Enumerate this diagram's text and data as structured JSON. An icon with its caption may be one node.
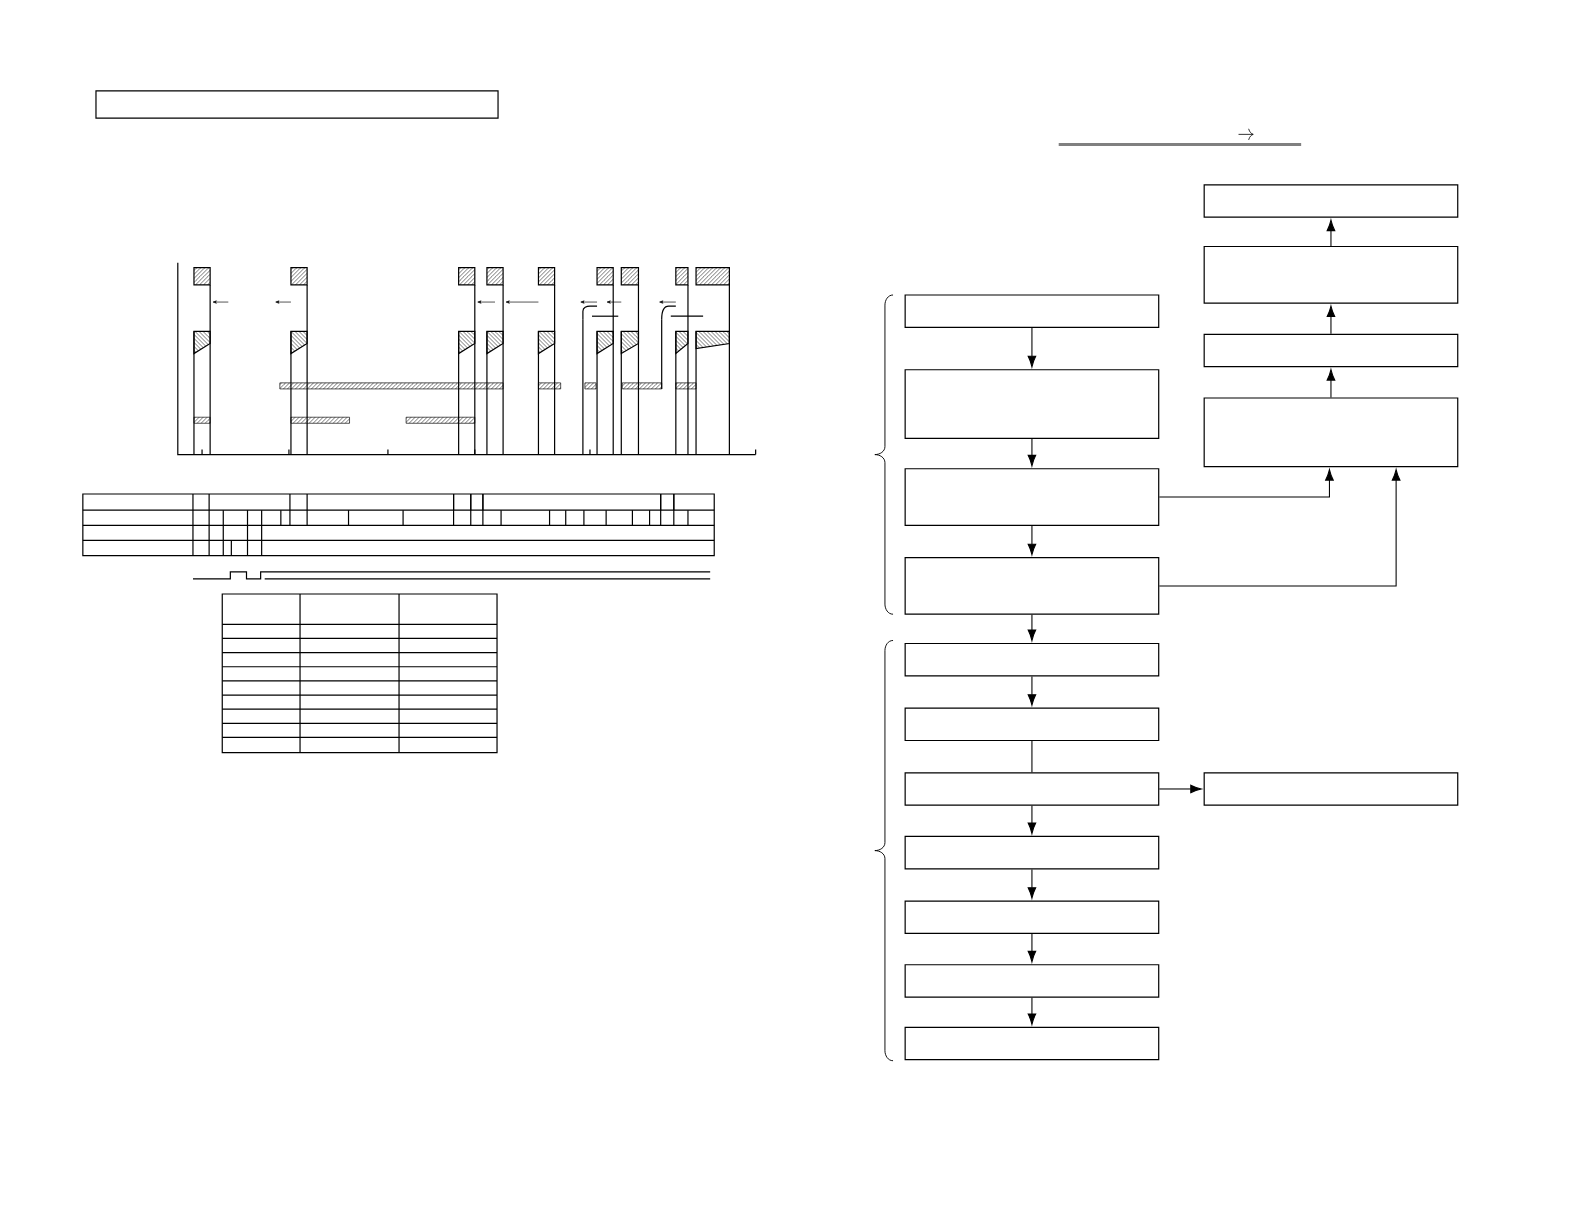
{
  "diagram": {
    "nodes": [
      {
        "text": [],
        "shape": "box"
      },
      {
        "text": [],
        "shape": "box"
      },
      {
        "text": [],
        "shape": "box"
      },
      {
        "text": [],
        "shape": "box"
      },
      {
        "text": [],
        "shape": "box"
      },
      {
        "text": [],
        "shape": "box"
      },
      {
        "text": [],
        "shape": "box"
      },
      {
        "text": [],
        "shape": "box"
      },
      {
        "text": [],
        "shape": "box"
      },
      {
        "text": [],
        "shape": "box"
      },
      {
        "text": [],
        "shape": "box"
      },
      {
        "text": [],
        "shape": "box"
      },
      {
        "text": [],
        "shape": "box"
      },
      {
        "text": [],
        "shape": "box"
      },
      {
        "text": [],
        "shape": "box"
      },
      {
        "text": [],
        "shape": "box"
      }
    ],
    "edges": [
      {
        "from": 0,
        "to": 1,
        "arrow": "to"
      },
      {
        "from": 1,
        "to": 2,
        "arrow": "to"
      },
      {
        "from": 2,
        "to": 3,
        "arrow": "to"
      },
      {
        "from": 3,
        "to": 4,
        "arrow": "to"
      },
      {
        "from": 4,
        "to": 5,
        "arrow": "to"
      },
      {
        "from": 5,
        "to": 6,
        "arrow": "none"
      },
      {
        "from": 6,
        "to": 7,
        "arrow": "to"
      },
      {
        "from": 7,
        "to": 8,
        "arrow": "to"
      },
      {
        "from": 8,
        "to": 9,
        "arrow": "to"
      },
      {
        "from": 9,
        "to": 10,
        "arrow": "to"
      },
      {
        "from": 6,
        "to": 15,
        "arrow": "to"
      },
      {
        "from": 2,
        "to": 14,
        "arrow": "to"
      },
      {
        "from": 3,
        "to": 14,
        "arrow": "to"
      },
      {
        "from": 14,
        "to": 13,
        "arrow": "to"
      },
      {
        "from": 13,
        "to": 12,
        "arrow": "to"
      },
      {
        "from": 12,
        "to": 11,
        "arrow": "to"
      }
    ]
  }
}
